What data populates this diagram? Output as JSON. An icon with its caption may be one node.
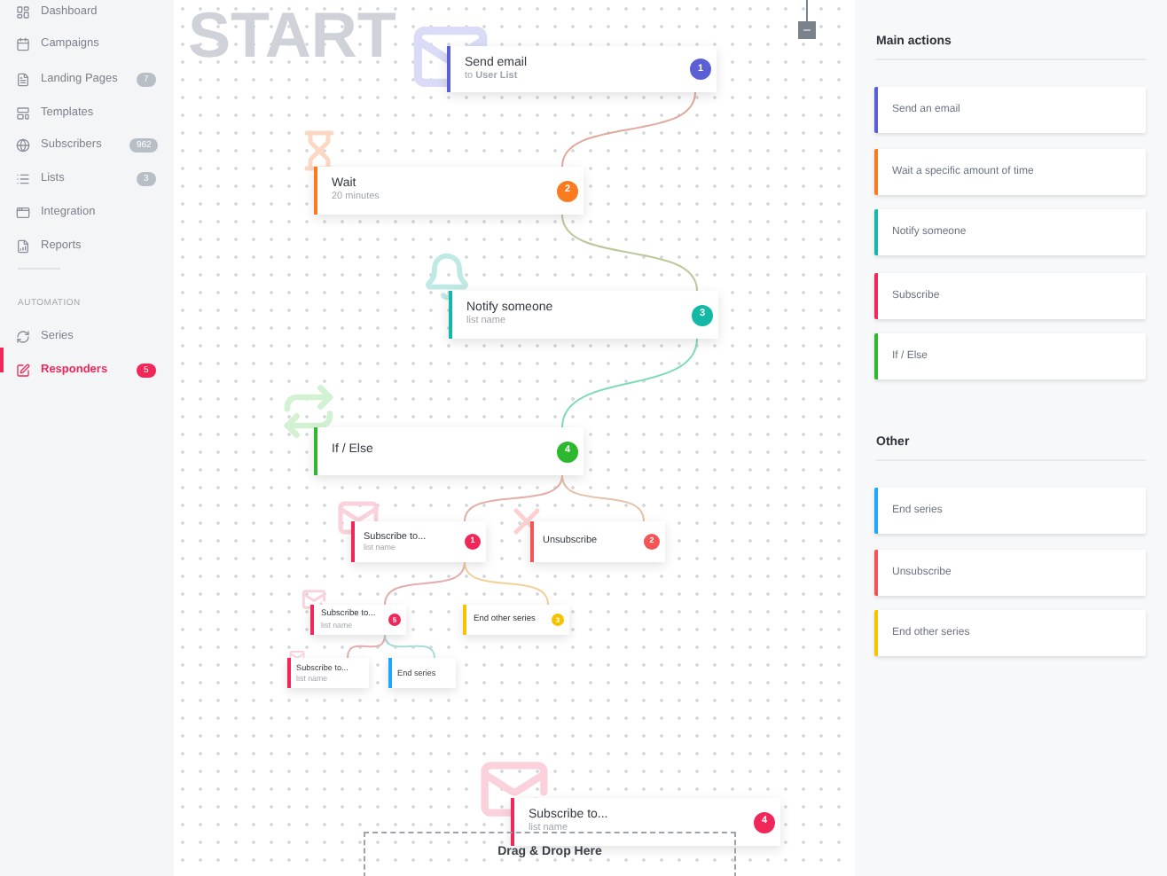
{
  "diagram": {
    "nodes": [
      {
        "text": [
          "Send email",
          "to **User List**",
          "1"
        ]
      },
      {
        "text": [
          "Wait",
          "20 minutes",
          "2"
        ]
      },
      {
        "text": [
          "Notify  someone",
          "list name",
          "3"
        ]
      },
      {
        "text": [
          "If / Else",
          "4"
        ]
      },
      {
        "text": [
          "Subscribe to...",
          "list name",
          "1"
        ]
      },
      {
        "text": [
          "Unsubscribe",
          "2"
        ]
      },
      {
        "text": [
          "Subscribe to...",
          "list name",
          "5"
        ]
      },
      {
        "text": [
          "End other series",
          "3"
        ]
      },
      {
        "text": [
          "Subscribe to...",
          "list name"
        ]
      },
      {
        "text": [
          "End series"
        ]
      },
      {
        "text": [
          "Subscribe to...",
          "list name",
          "4"
        ]
      },
      {
        "text": [
          "Drag & Drop Here"
        ]
      },
      {
        "text": [
          "Send an email"
        ]
      },
      {
        "text": [
          "Wait a specific amount of time"
        ]
      },
      {
        "text": [
          "Notify  someone"
        ]
      },
      {
        "text": [
          "Subscribe"
        ]
      },
      {
        "text": [
          "If / Else"
        ]
      },
      {
        "text": [
          "End series"
        ]
      },
      {
        "text": [
          "Unsubscribe"
        ]
      },
      {
        "text": [
          "End other series"
        ]
      }
    ],
    "edges": [
      {
        "from": 0,
        "to": 1,
        "arrow": "none",
        "color": "#e0a99b"
      },
      {
        "from": 1,
        "to": 2,
        "arrow": "none",
        "color": "#b9c99a"
      },
      {
        "from": 2,
        "to": 3,
        "arrow": "none",
        "color": "#7fdcb5"
      },
      {
        "from": 3,
        "to": 4,
        "arrow": "none",
        "color": "#e3b0a8"
      },
      {
        "from": 3,
        "to": 5,
        "arrow": "none",
        "color": "#e3c0a8"
      },
      {
        "from": 4,
        "to": 6,
        "arrow": "none",
        "color": "#e6aeb0"
      },
      {
        "from": 4,
        "to": 7,
        "arrow": "none",
        "color": "#f2d29a"
      },
      {
        "from": 6,
        "to": 8,
        "arrow": "none",
        "color": "#e6aeb0"
      },
      {
        "from": 6,
        "to": 9,
        "arrow": "none",
        "color": "#a9dbd8"
      }
    ],
    "labels": [
      "Dashboard",
      "Campaigns",
      "Landing Pages",
      "7",
      "Templates",
      "Subscribers",
      "962",
      "Lists",
      "3",
      "Integration",
      "Reports",
      "AUTOMATION",
      "Series",
      "Responders",
      "5",
      "START",
      "Main actions",
      "Other"
    ]
  }
}
